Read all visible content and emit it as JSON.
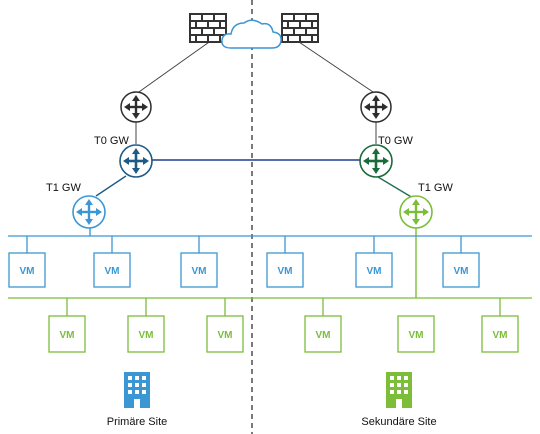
{
  "gateways": {
    "t0_left": "T0 GW",
    "t0_right": "T0 GW",
    "t1_left": "T1 GW",
    "t1_right": "T1 GW"
  },
  "vm_label": "VM",
  "vms_blue_row": [
    "VM",
    "VM",
    "VM",
    "VM",
    "VM",
    "VM"
  ],
  "vms_green_row": [
    "VM",
    "VM",
    "VM",
    "VM",
    "VM",
    "VM"
  ],
  "sites": {
    "primary": "Primäre Site",
    "secondary": "Sekundäre Site"
  },
  "colors": {
    "dark_router": "#2d2d2d",
    "t0_left_router": "#1d5b86",
    "t0_right_router": "#1a6b3a",
    "blue_segment": "#3b97d3",
    "green_segment": "#7cbd3a",
    "link_t0": "#1f3f8f",
    "link_t1_right": "#1f6f4f",
    "primary_site_icon": "#3b97d3",
    "secondary_site_icon": "#7cbd3a"
  },
  "icons": [
    "firewall-icon",
    "cloud-icon",
    "router-icon",
    "building-icon"
  ]
}
